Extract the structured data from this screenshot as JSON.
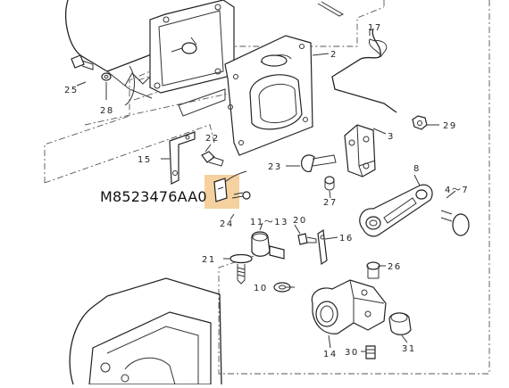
{
  "part_number": "M8523476AA0",
  "highlight_color": "#f2c98e",
  "labels": {
    "l2": "2",
    "l3": "3",
    "l4_7": "4～7",
    "l8": "8",
    "l10": "10",
    "l11_13": "11～13",
    "l14": "14",
    "l15": "15",
    "l16": "16",
    "l17": "17",
    "l20": "20",
    "l21": "21",
    "l22": "22",
    "l23": "23",
    "l24": "24",
    "l25": "25",
    "l26": "26",
    "l27": "27",
    "l28": "28",
    "l29": "29",
    "l30": "30",
    "l31": "31"
  }
}
